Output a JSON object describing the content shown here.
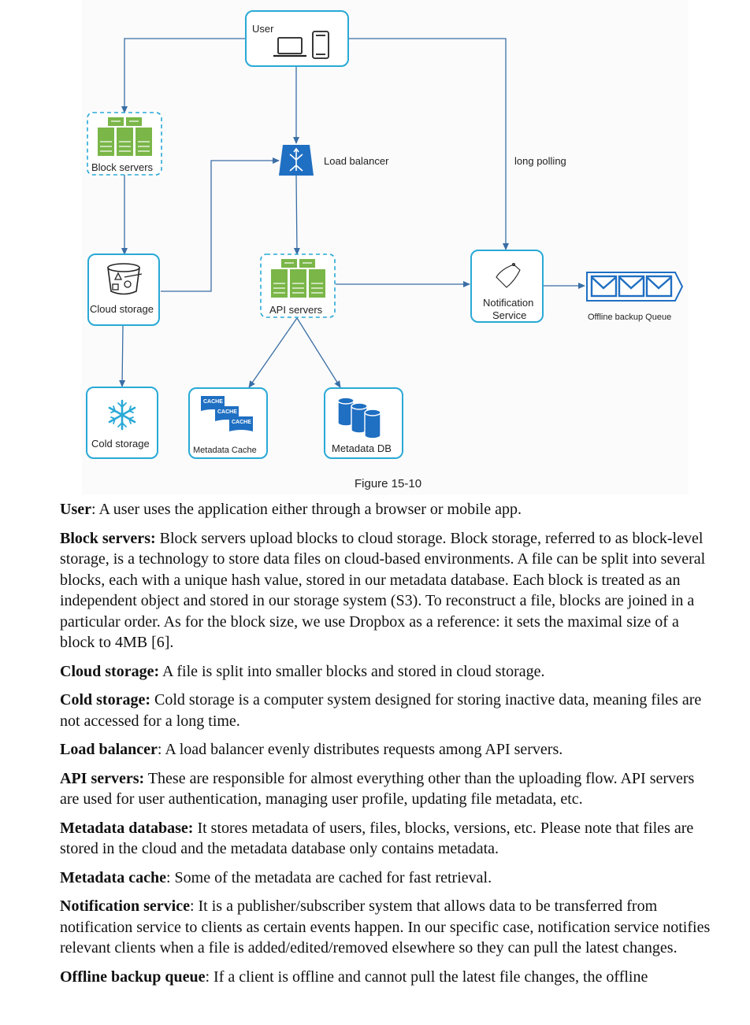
{
  "diagram": {
    "nodes": {
      "user": "User",
      "block_servers": "Block servers",
      "load_balancer": "Load balancer",
      "long_polling": "long polling",
      "cloud_storage": "Cloud storage",
      "api_servers": "API servers",
      "notification_line1": "Notification",
      "notification_line2": "Service",
      "offline_queue": "Offline backup Queue",
      "cold_storage": "Cold storage",
      "metadata_cache": "Metadata Cache",
      "cache_badge": "CACHE",
      "metadata_db": "Metadata DB"
    },
    "caption": "Figure 15-10",
    "colors": {
      "node_border": "#29a9d6",
      "edge": "#3a6ea5",
      "server_green": "#7ab648",
      "blue_icon": "#1f6fc2"
    }
  },
  "body": [
    {
      "term": "User",
      "sep": ":",
      "text": " A user uses the application either through a browser or mobile app."
    },
    {
      "term": "Block servers:",
      "sep": "",
      "text": " Block servers upload blocks to cloud storage. Block storage, referred to as block-level storage, is a technology to store data files on cloud-based environments. A file can be split into several blocks, each with a unique hash value, stored in our metadata database. Each block is treated as an independent object and stored in our storage system (S3). To reconstruct a file, blocks are joined in a particular order. As for the block size, we use Dropbox as a reference: it sets the maximal size of a block to 4MB [6]."
    },
    {
      "term": "Cloud storage:",
      "sep": "",
      "text": " A file is split into smaller blocks and stored in cloud storage."
    },
    {
      "term": "Cold storage:",
      "sep": "",
      "text": " Cold storage is a computer system designed for storing inactive data, meaning files are not accessed for a long time."
    },
    {
      "term": "Load balancer",
      "sep": ":",
      "text": " A load balancer evenly distributes requests among API servers."
    },
    {
      "term": "API servers:",
      "sep": "",
      "text": " These are responsible for almost everything other than the uploading flow. API servers are used for user authentication, managing user profile, updating file metadata, etc."
    },
    {
      "term": "Metadata database:",
      "sep": "",
      "text": " It stores metadata of users, files, blocks, versions, etc. Please note that files are stored in the cloud and the metadata database only contains metadata."
    },
    {
      "term": "Metadata cache",
      "sep": ":",
      "text": " Some of the metadata are cached for fast retrieval."
    },
    {
      "term": "Notification service",
      "sep": ":",
      "text": " It is a publisher/subscriber system that allows data to be transferred from notification service to clients as certain events happen. In our specific case, notification service notifies relevant clients when a file is added/edited/removed elsewhere so they can pull the latest changes."
    },
    {
      "term": "Offline backup queue",
      "sep": ":",
      "text": " If a client is offline and cannot pull the latest file changes, the offline"
    }
  ]
}
